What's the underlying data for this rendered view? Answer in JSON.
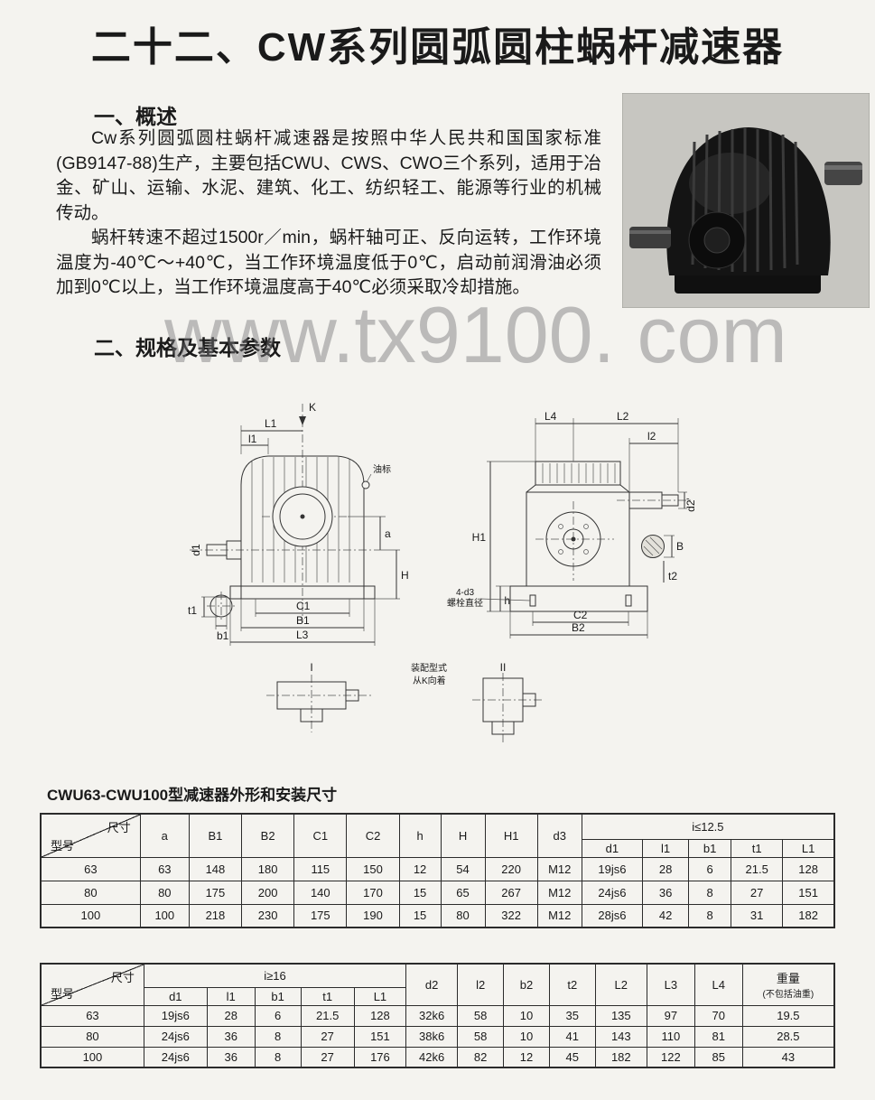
{
  "page": {
    "title": "二十二、CW系列圆弧圆柱蜗杆减速器",
    "watermark": "www.tx9100. com"
  },
  "overview": {
    "heading": "一、概述",
    "para1": "Cw系列圆弧圆柱蜗杆减速器是按照中华人民共和国国家标准(GB9147-88)生产，主要包括CWU、CWS、CWO三个系列，适用于冶金、矿山、运输、水泥、建筑、化工、纺织轻工、能源等行业的机械传动。",
    "para2": "蜗杆转速不超过1500r／min，蜗杆轴可正、反向运转，工作环境温度为-40℃～+40℃，当工作环境温度低于0℃，启动前润滑油必须加到0℃以上，当工作环境温度高于40℃必须采取冷却措施。"
  },
  "specs_heading": "二、规格及基本参数",
  "drawing": {
    "labels": {
      "k": "K",
      "L1": "L1",
      "l1": "l1",
      "oil": "油标",
      "a": "a",
      "H": "H",
      "d1": "d1",
      "b1": "b1",
      "t1": "t1",
      "C1": "C1",
      "B1": "B1",
      "L3": "L3",
      "H1": "H1",
      "h": "h",
      "L4": "L4",
      "L2": "L2",
      "l2": "l2",
      "d2": "d2'",
      "B": "B",
      "t2": "t2",
      "bolt_line1": "4-d3",
      "bolt_line2": "螺栓直径",
      "C2": "C2",
      "B2": "B2",
      "assembly_line1": "装配型式",
      "assembly_line2": "从K向着",
      "view1": "I",
      "view2": "II"
    }
  },
  "table1": {
    "caption": "CWU63-CWU100型减速器外形和安装尺寸",
    "corner_top": "尺寸",
    "corner_bottom": "型号",
    "cols": [
      "a",
      "B1",
      "B2",
      "C1",
      "C2",
      "h",
      "H",
      "H1",
      "d3"
    ],
    "group": "i≤12.5",
    "subcols": [
      "d1",
      "l1",
      "b1",
      "t1",
      "L1"
    ],
    "rows": [
      [
        "63",
        "63",
        "148",
        "180",
        "115",
        "150",
        "12",
        "54",
        "220",
        "M12",
        "19js6",
        "28",
        "6",
        "21.5",
        "128"
      ],
      [
        "80",
        "80",
        "175",
        "200",
        "140",
        "170",
        "15",
        "65",
        "267",
        "M12",
        "24js6",
        "36",
        "8",
        "27",
        "151"
      ],
      [
        "100",
        "100",
        "218",
        "230",
        "175",
        "190",
        "15",
        "80",
        "322",
        "M12",
        "28js6",
        "42",
        "8",
        "31",
        "182"
      ]
    ]
  },
  "table2": {
    "corner_top": "尺寸",
    "corner_bottom": "型号",
    "group": "i≥16",
    "subcols": [
      "d1",
      "l1",
      "b1",
      "t1",
      "L1"
    ],
    "cols": [
      "d2",
      "l2",
      "b2",
      "t2",
      "L2",
      "L3",
      "L4"
    ],
    "weight_label": "重量",
    "weight_note": "(不包括油重)",
    "rows": [
      [
        "63",
        "19js6",
        "28",
        "6",
        "21.5",
        "128",
        "32k6",
        "58",
        "10",
        "35",
        "135",
        "97",
        "70",
        "19.5"
      ],
      [
        "80",
        "24js6",
        "36",
        "8",
        "27",
        "151",
        "38k6",
        "58",
        "10",
        "41",
        "143",
        "110",
        "81",
        "28.5"
      ],
      [
        "100",
        "24js6",
        "36",
        "8",
        "27",
        "176",
        "42k6",
        "82",
        "12",
        "45",
        "182",
        "122",
        "85",
        "43"
      ]
    ]
  }
}
